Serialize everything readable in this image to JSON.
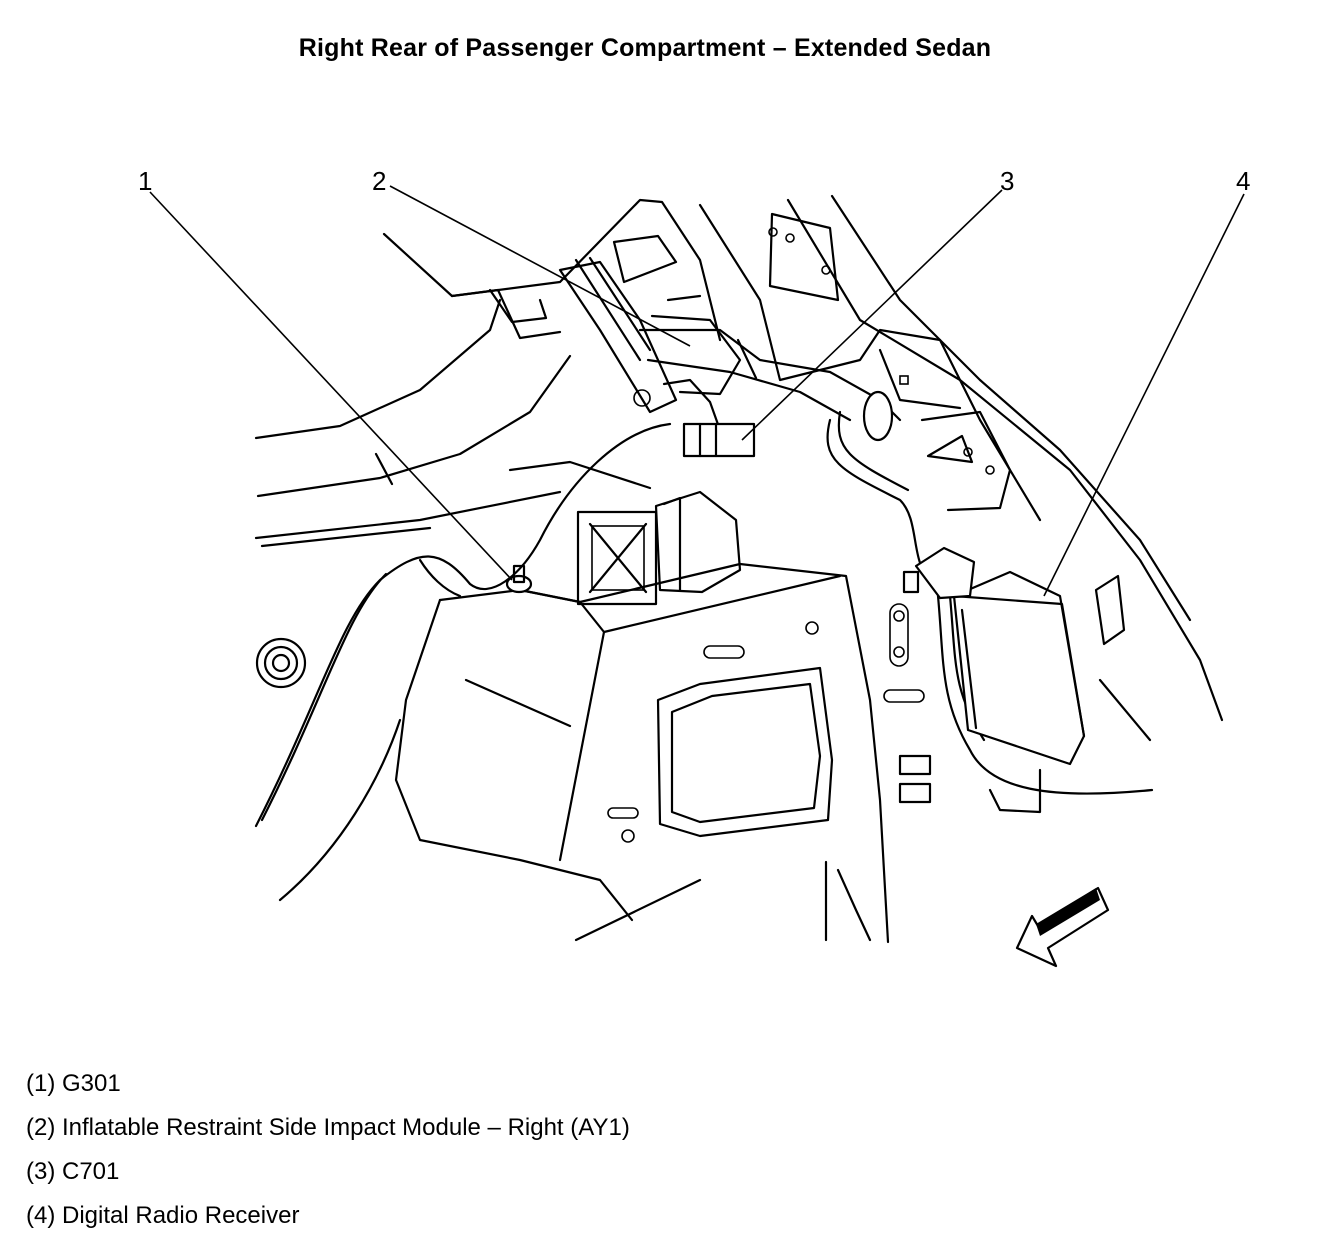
{
  "title": "Right Rear of Passenger Compartment – Extended Sedan",
  "callouts": [
    {
      "number": "1",
      "label": "(1) G301"
    },
    {
      "number": "2",
      "label": "(2) Inflatable Restraint Side Impact Module – Right (AY1)"
    },
    {
      "number": "3",
      "label": "(3) C701"
    },
    {
      "number": "4",
      "label": "(4) Digital Radio Receiver"
    }
  ],
  "icons": {
    "arrow": "front-direction-arrow-icon"
  }
}
